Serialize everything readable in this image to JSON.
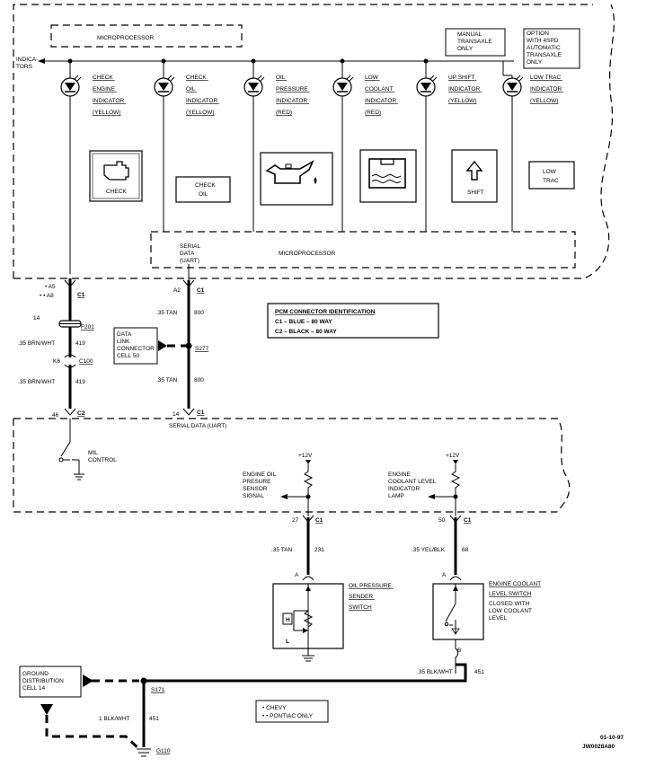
{
  "top": {
    "microprocessor_top": "MICROPROCESSOR",
    "microprocessor_bottom": "MICROPROCESSOR",
    "indicators": [
      "INDICA-",
      "TORS"
    ],
    "manual_note": [
      "MANUAL",
      "TRANSAXLE",
      "ONLY"
    ],
    "option_note": [
      "OPTION",
      "WITH 4SPD",
      "AUTOMATIC",
      "TRANSAXLE",
      "ONLY"
    ],
    "serial_data_top": [
      "SERIAL",
      "DATA",
      "(UART)"
    ]
  },
  "lamps": [
    {
      "label": [
        "CHECK",
        "ENGINE",
        "INDICATOR",
        "(YELLOW)"
      ],
      "panel": [
        "CHECK"
      ],
      "icon": "engine-icon"
    },
    {
      "label": [
        "CHECK",
        "OIL",
        "INDICATOR",
        "(YELLOW)"
      ],
      "panel": [
        "CHECK",
        "OIL"
      ],
      "icon": "none"
    },
    {
      "label": [
        "OIL",
        "PRESSURE",
        "INDICATOR",
        "(RED)"
      ],
      "panel": [],
      "icon": "oil-can-icon"
    },
    {
      "label": [
        "LOW",
        "COOLANT",
        "INDICATOR",
        "(RED)"
      ],
      "panel": [],
      "icon": "coolant-tank-icon"
    },
    {
      "label": [
        "UP SHIFT",
        "INDICATOR",
        "(YELLOW)"
      ],
      "panel": [
        "SHIFT"
      ],
      "icon": "up-arrow-icon"
    },
    {
      "label": [
        "LOW TRAC",
        "INDICATOR",
        "(YELLOW)"
      ],
      "panel": [
        "LOW",
        "TRAC"
      ],
      "icon": "none"
    }
  ],
  "circuits": {
    "pin_a5": "• A5",
    "pin_a8": "• • A8",
    "c1": "C1",
    "c2": "C2",
    "a2": "A2",
    "wire_14": "14",
    "f201": "F201",
    "wire_brn_whiteA": ".35 BRN/WHT",
    "circ_419a": "419",
    "k6": "K6",
    "c100": "C100",
    "wire_brn_whiteB": ".35 BRN/WHT",
    "circ_419b": "419",
    "pin_46": "46",
    "wire_tan_a": ".35 TAN",
    "circ_800a": "800",
    "s277": "S277",
    "wire_tan_b": ".35 TAN",
    "circ_800b": "800",
    "pin_14": "14",
    "serial_data_bottom": "SERIAL DATA (UART)",
    "dlc": [
      "DATA",
      "LINK",
      "CONNECTOR",
      "CELL 50"
    ]
  },
  "pcm_box": {
    "title": "PCM CONNECTOR IDENTIFICATION",
    "line1": "C1 – BLUE   – 80 WAY",
    "line2": "C2 – BLACK – 80 WAY"
  },
  "lower": {
    "mil": [
      "MIL",
      "CONTROL"
    ],
    "v12": "+12V",
    "oil_sensor": [
      "ENGINE OIL",
      "PRESURE",
      "SENSOR",
      "SIGNAL"
    ],
    "coolant_lamp": [
      "ENGINE",
      "COOLANT LEVEL",
      "INDICATOR",
      "LAMP"
    ],
    "pin_27": "27",
    "pin_50": "50",
    "wire_tan_231": ".35 TAN",
    "circ_231": "231",
    "wire_yel_blk": ".35 YEL/BLK",
    "circ_68": "68",
    "term_a": "A",
    "term_b": "B",
    "oil_switch": [
      "OIL PRESSURE",
      "SENDER",
      "SWITCH"
    ],
    "h": "H",
    "l": "L",
    "coolant_switch": [
      "ENGINE COOLANT",
      "LEVEL SWITCH",
      "CLOSED WITH",
      "LOW COOLANT",
      "LEVEL"
    ],
    "wire_blk_wht_451": ".35 BLK/WHT",
    "circ_451": "451",
    "ground_dist": [
      "GROUND",
      "DISTRIBUTION",
      "CELL 14"
    ],
    "s171": "S171",
    "wire_1_blk_wht": "1 BLK/WHT",
    "circ_451b": "451",
    "g110": "G110",
    "legend": [
      "• CHEVY",
      "• • PONTIAC ONLY"
    ],
    "doc_id": [
      "01-10-97",
      "JW0028A80"
    ]
  }
}
